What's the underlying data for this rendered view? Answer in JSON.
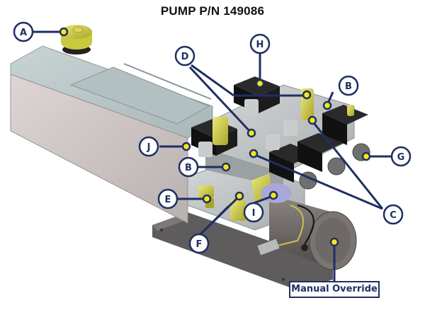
{
  "title": "PUMP P/N 149086",
  "colors": {
    "callout": "#1f2f63",
    "marker": "#f3e61c",
    "fitting": "#d6cf4a",
    "tank_top": "#b7c4c6",
    "tank_side": "#cfc7c6",
    "solenoid": "#151515",
    "motor": "#6c6866",
    "base": "#5d5b5b"
  },
  "callouts": [
    {
      "letter": "A"
    },
    {
      "letter": "H"
    },
    {
      "letter": "D"
    },
    {
      "letter": "B"
    },
    {
      "letter": "J"
    },
    {
      "letter": "B"
    },
    {
      "letter": "G"
    },
    {
      "letter": "E"
    },
    {
      "letter": "I"
    },
    {
      "letter": "C"
    },
    {
      "letter": "F"
    }
  ],
  "manual_override_label": "Manual Override"
}
